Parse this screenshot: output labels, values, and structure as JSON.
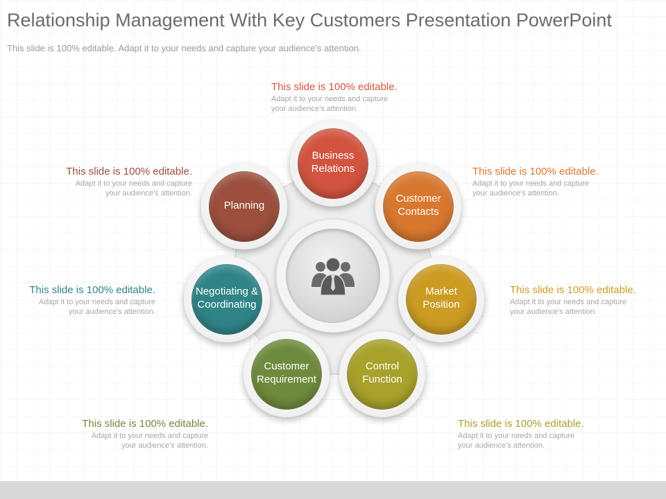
{
  "title": "Relationship Management With Key Customers Presentation PowerPoint",
  "subtitle": "This slide is 100% editable. Adapt it to your needs and capture your audience's attention.",
  "hub": {
    "icon": "people-group-icon"
  },
  "nodes": [
    {
      "label": "Business Relations",
      "color": "#d2543f"
    },
    {
      "label": "Customer Contacts",
      "color": "#d8782f"
    },
    {
      "label": "Market Position",
      "color": "#cc9b22"
    },
    {
      "label": "Control Function",
      "color": "#a8a12a"
    },
    {
      "label": "Customer Requirement",
      "color": "#6e8a3c"
    },
    {
      "label": "Negotiating & Coordinating",
      "color": "#2f8487"
    },
    {
      "label": "Planning",
      "color": "#9b4f3c"
    }
  ],
  "callouts": [
    {
      "heading": "This slide is 100% editable.",
      "body": "Adapt it to your needs and capture your audience's attention.",
      "color": "#d2543f"
    },
    {
      "heading": "This slide is 100% editable.",
      "body": "Adapt it to your needs and capture your audience's attention.",
      "color": "#d8782f"
    },
    {
      "heading": "This slide is 100% editable.",
      "body": "Adapt it to your needs and capture your audience's attention.",
      "color": "#cc9b22"
    },
    {
      "heading": "This slide is 100% editable.",
      "body": "Adapt it to your needs and capture your audience's attention.",
      "color": "#a8a12a"
    },
    {
      "heading": "This slide is 100% editable.",
      "body": "Adapt it to your needs and capture your audience's attention.",
      "color": "#6e8a3c"
    },
    {
      "heading": "This slide is 100% editable.",
      "body": "Adapt it to your needs and capture your audience's attention.",
      "color": "#2f8487"
    },
    {
      "heading": "This slide is 100% editable.",
      "body": "Adapt it to your needs and capture your audience's attention.",
      "color": "#9b4f3c"
    }
  ]
}
